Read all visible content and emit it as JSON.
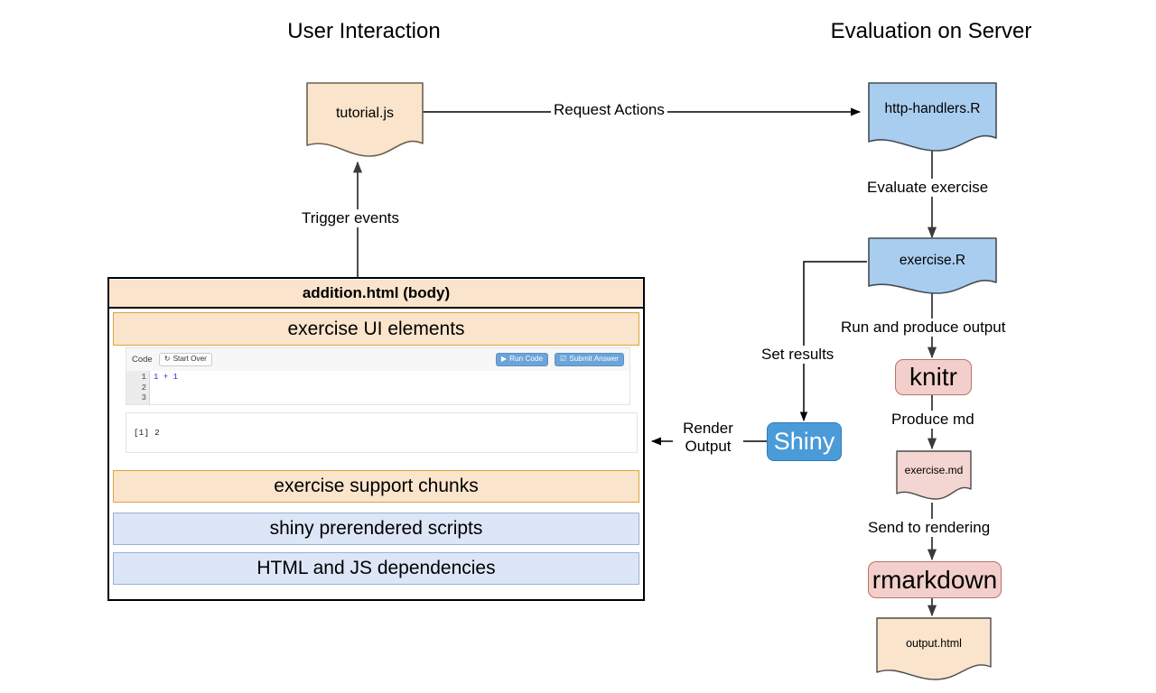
{
  "columns": {
    "left_title": "User Interaction",
    "right_title": "Evaluation on Server"
  },
  "nodes": {
    "tutorial_js": {
      "label": "tutorial.js",
      "shape": "document",
      "fill": "#fae4cb",
      "stroke": "#7a6a55"
    },
    "http_handlers": {
      "label": "http-handlers.R",
      "shape": "document",
      "fill": "#a9cdef",
      "stroke": "#4a5c70"
    },
    "exercise_r": {
      "label": "exercise.R",
      "shape": "document",
      "fill": "#a9cdef",
      "stroke": "#4a5c70"
    },
    "knitr": {
      "label": "knitr",
      "shape": "rounded-rect",
      "fill": "#f3cfcb",
      "stroke": "#b8736c"
    },
    "exercise_md": {
      "label": "exercise.md",
      "shape": "document",
      "fill": "#f3d5d2",
      "stroke": "#555555"
    },
    "rmarkdown": {
      "label": "rmarkdown",
      "shape": "rounded-rect",
      "fill": "#f3cfcb",
      "stroke": "#b8736c"
    },
    "output_html": {
      "label": "output.html",
      "shape": "document",
      "fill": "#fae4cb",
      "stroke": "#555555"
    },
    "shiny": {
      "label": "Shiny",
      "shape": "rounded-rect",
      "fill": "#4a9bd8",
      "stroke": "#2f7cb8",
      "text_color": "#ffffff"
    }
  },
  "edges": {
    "request_actions": "Request Actions",
    "trigger_events": "Trigger events",
    "evaluate_exercise": "Evaluate exercise",
    "run_and_produce_output": "Run and produce output",
    "produce_md": "Produce md",
    "send_to_rendering": "Send to rendering",
    "set_results": "Set results",
    "render_output_line1": "Render",
    "render_output_line2": "Output"
  },
  "addition_box": {
    "title": "addition.html (body)",
    "bands": [
      {
        "label": "exercise UI elements",
        "tone": "tan"
      },
      {
        "label": "exercise support chunks",
        "tone": "tan"
      },
      {
        "label": "shiny prerendered scripts",
        "tone": "blue"
      },
      {
        "label": "HTML and JS dependencies",
        "tone": "blue"
      }
    ]
  },
  "exercise_widget": {
    "code_label": "Code",
    "start_over_label": "Start Over",
    "run_code_label": "Run Code",
    "submit_answer_label": "Submit Answer",
    "gutter": "1\n2\n3",
    "code": "1 + 1",
    "output": "[1] 2"
  },
  "colors": {
    "tan_fill": "#fae4cb",
    "tan_border": "#d9a441",
    "blue_fill": "#dce6f7",
    "blue_border": "#9ab0d4",
    "doc_blue_fill": "#a9cdef",
    "pink_fill": "#f3cfcb",
    "pink_border": "#b8736c",
    "shiny_blue": "#4a9bd8",
    "edge_stroke": "#000000"
  }
}
